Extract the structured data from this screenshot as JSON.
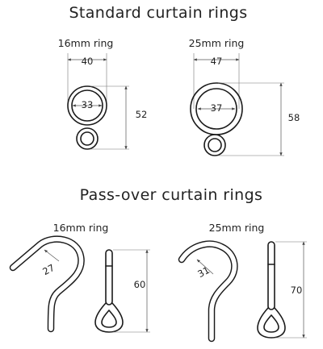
{
  "sections": {
    "standard_title": "Standard curtain rings",
    "passover_title": "Pass-over curtain rings"
  },
  "standard": {
    "ring16": {
      "label": "16mm ring",
      "width": "40",
      "inner": "33",
      "height": "52"
    },
    "ring25": {
      "label": "25mm ring",
      "width": "47",
      "inner": "37",
      "height": "58"
    }
  },
  "passover": {
    "ring16": {
      "label": "16mm ring",
      "radius": "27",
      "height": "60"
    },
    "ring25": {
      "label": "25mm ring",
      "radius": "31",
      "height": "70"
    }
  }
}
